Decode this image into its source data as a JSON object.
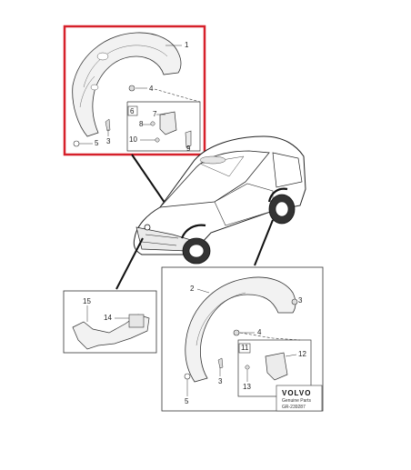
{
  "colors": {
    "highlight_frame": "#d6202a",
    "line": "#333333",
    "part_fill": "#f2f2f2"
  },
  "callouts": {
    "top_panel": {
      "p1": "1",
      "p4": "4",
      "p3": "3",
      "p5": "5",
      "kit": "6",
      "p7": "7",
      "p8": "8",
      "p10": "10",
      "p9": "9"
    },
    "left_panel": {
      "p15": "15",
      "p14": "14"
    },
    "right_panel": {
      "p2": "2",
      "p3": "3",
      "p4": "4",
      "p5": "5",
      "kit": "11",
      "p12": "12",
      "p13": "13"
    }
  },
  "logo": {
    "brand": "VOLVO",
    "subtitle": "Genuine Parts",
    "code": "GR-239287"
  }
}
